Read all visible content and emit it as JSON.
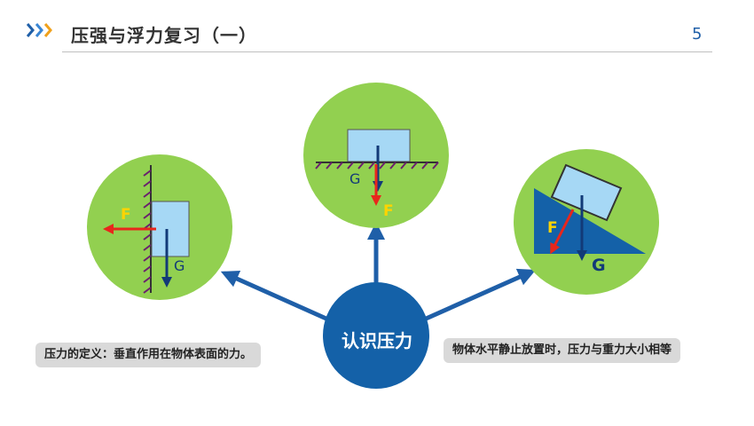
{
  "header": {
    "title": "压强与浮力复习（一）",
    "page_number": "5"
  },
  "center": {
    "label": "认识压力"
  },
  "notes": {
    "left": "压力的定义：垂直作用在物体表面的力。",
    "right": "物体水平静止放置时，压力与重力大小相等"
  },
  "diagrams": {
    "left": {
      "force_label": "F",
      "gravity_label": "G"
    },
    "top": {
      "force_label": "F",
      "gravity_label": "G"
    },
    "right": {
      "force_label": "F",
      "gravity_label": "G"
    }
  },
  "colors": {
    "circle_green": "#92d050",
    "center_blue": "#1461a8",
    "arrow_blue": "#1f5fa8",
    "block_blue": "#a6d8f5",
    "force_red": "#e8261c",
    "label_yellow": "#ffd400",
    "note_gray": "#d9d9d9"
  }
}
